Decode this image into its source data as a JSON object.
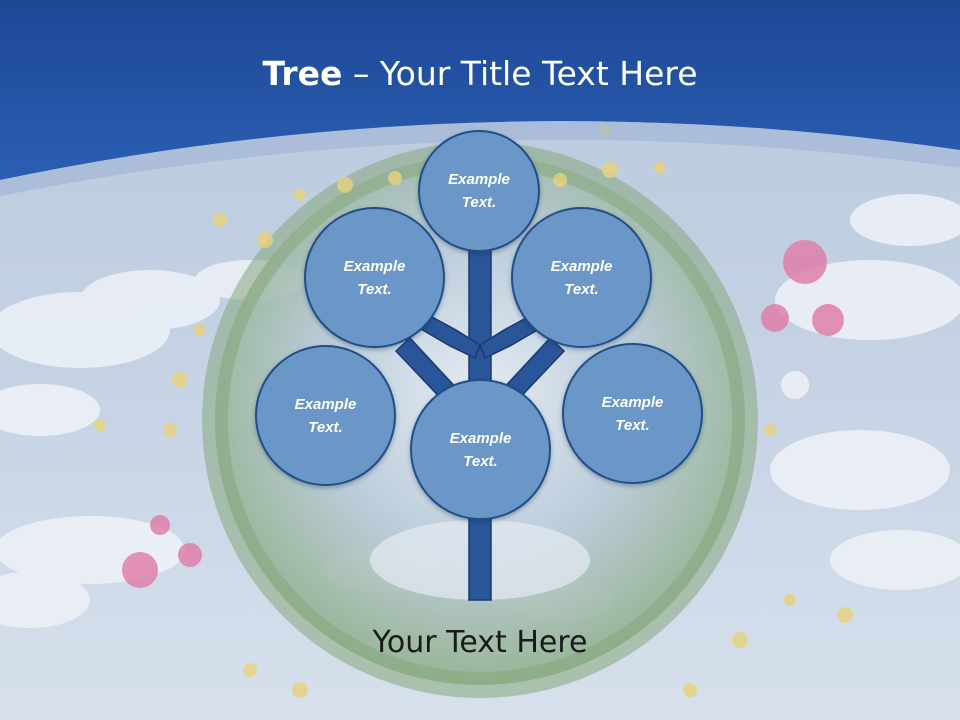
{
  "title": {
    "bold": "Tree",
    "separator": " – ",
    "rest": "Your Title Text Here"
  },
  "nodes": [
    {
      "line1": "Example",
      "line2": "Text."
    },
    {
      "line1": "Example",
      "line2": "Text."
    },
    {
      "line1": "Example",
      "line2": "Text."
    },
    {
      "line1": "Example",
      "line2": "Text."
    },
    {
      "line1": "Example",
      "line2": "Text."
    },
    {
      "line1": "Example",
      "line2": "Text."
    }
  ],
  "footer": "Your Text Here",
  "colors": {
    "header": "#2250a0",
    "node_fill": "#6a97c8",
    "node_border": "#1f4f86",
    "trunk": "#2a5598"
  }
}
